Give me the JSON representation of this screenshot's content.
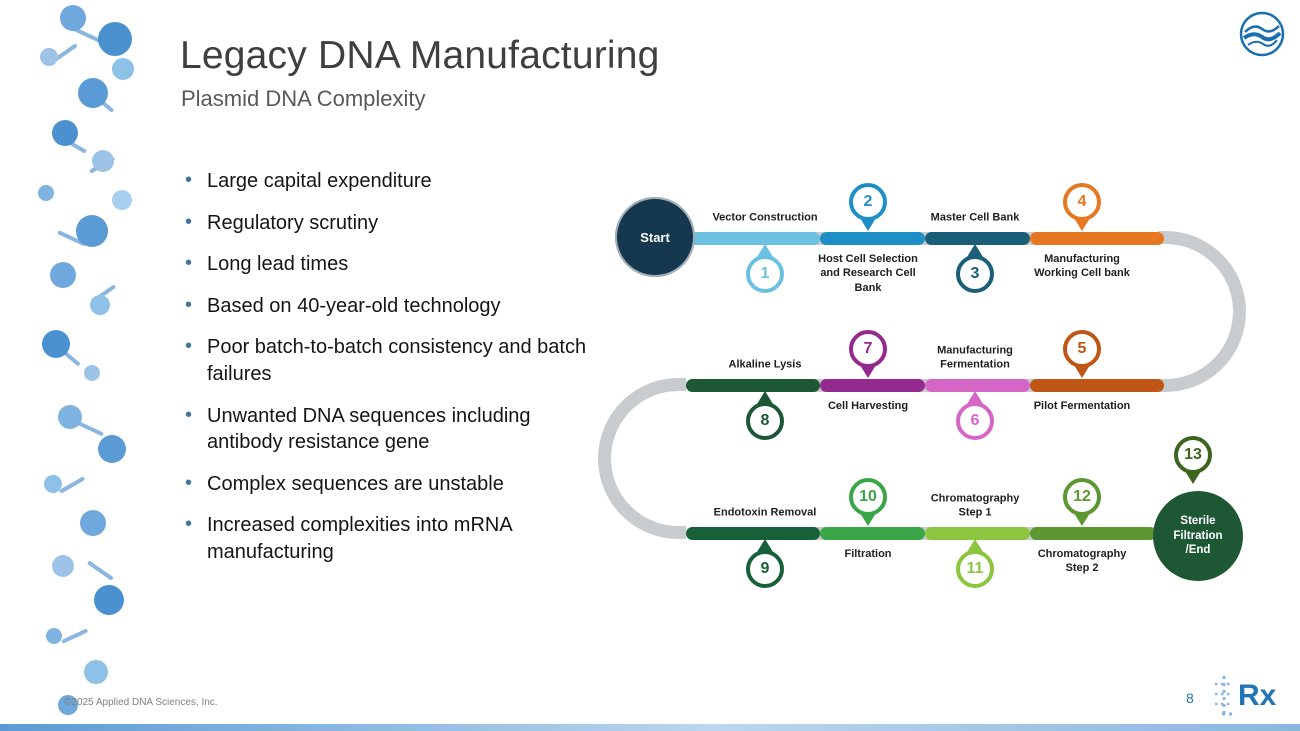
{
  "slide": {
    "title": "Legacy DNA Manufacturing",
    "subtitle": "Plasmid DNA Complexity",
    "page_number": "8",
    "copyright": "©2025 Applied DNA Sciences, Inc.",
    "footer_logo_text": "Rx"
  },
  "bullets": [
    "Large capital expenditure",
    "Regulatory scrutiny",
    "Long lead times",
    "Based on 40-year-old technology",
    "Poor batch-to-batch consistency and batch failures",
    "Unwanted DNA sequences including antibody resistance gene",
    "Complex sequences are unstable",
    "Increased complexities into mRNA manufacturing"
  ],
  "diagram": {
    "start_label": "Start",
    "end_label": "Sterile Filtration /End",
    "path_color": "#c9cccf",
    "start_color": "#16384e",
    "end_color": "#1d5733",
    "steps": [
      {
        "num": "1",
        "label": "Vector Construction",
        "color": "#6cc1e3"
      },
      {
        "num": "2",
        "label": "Host Cell Selection and Research Cell Bank",
        "color": "#1e8fc6"
      },
      {
        "num": "3",
        "label": "Master Cell Bank",
        "color": "#1b5e77"
      },
      {
        "num": "4",
        "label": "Manufacturing Working Cell bank",
        "color": "#e87722"
      },
      {
        "num": "5",
        "label": "Pilot Fermentation",
        "color": "#c05616"
      },
      {
        "num": "6",
        "label": "Manufacturing Fermentation",
        "color": "#d666c6"
      },
      {
        "num": "7",
        "label": "Cell Harvesting",
        "color": "#942a8e"
      },
      {
        "num": "8",
        "label": "Alkaline Lysis",
        "color": "#1c5833"
      },
      {
        "num": "9",
        "label": "Endotoxin Removal",
        "color": "#17603a"
      },
      {
        "num": "10",
        "label": "Filtration",
        "color": "#3aa648"
      },
      {
        "num": "11",
        "label": "Chromatography Step 1",
        "color": "#8cc63e"
      },
      {
        "num": "12",
        "label": "Chromatography Step 2",
        "color": "#5c9732"
      },
      {
        "num": "13",
        "label": "",
        "color": "#3f641f"
      }
    ]
  }
}
